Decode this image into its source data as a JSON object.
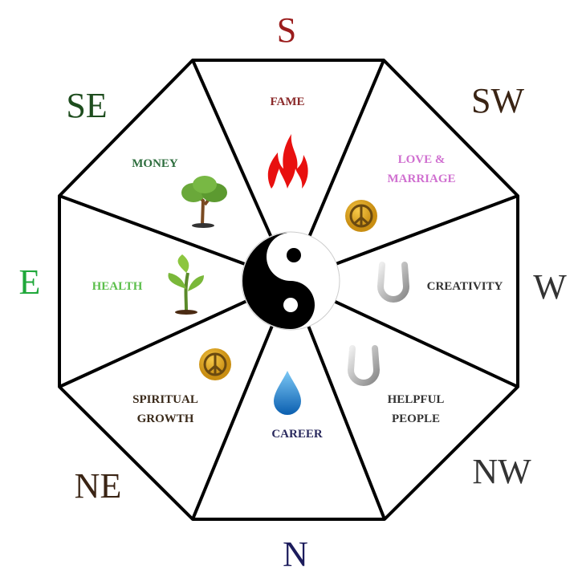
{
  "directions": [
    {
      "id": "s",
      "label": "S",
      "color": "#9b1c1c"
    },
    {
      "id": "sw",
      "label": "SW",
      "color": "#3a2414"
    },
    {
      "id": "w",
      "label": "W",
      "color": "#333333"
    },
    {
      "id": "nw",
      "label": "NW",
      "color": "#333333"
    },
    {
      "id": "n",
      "label": "N",
      "color": "#1c1c5c"
    },
    {
      "id": "ne",
      "label": "NE",
      "color": "#3a2414"
    },
    {
      "id": "e",
      "label": "E",
      "color": "#1fa83a"
    },
    {
      "id": "se",
      "label": "SE",
      "color": "#1e4d1e"
    }
  ],
  "areas": [
    {
      "id": "fame",
      "lines": [
        "FAME"
      ],
      "color": "#8b2a2a",
      "icon": "flame-icon"
    },
    {
      "id": "love",
      "lines": [
        "LOVE &",
        "MARRIAGE"
      ],
      "color": "#d070d0",
      "icon": "peace-icon"
    },
    {
      "id": "creativity",
      "lines": [
        "CREATIVITY"
      ],
      "color": "#333333",
      "icon": "horseshoe-icon"
    },
    {
      "id": "helpful",
      "lines": [
        "HELPFUL",
        "PEOPLE"
      ],
      "color": "#333333",
      "icon": "horseshoe-icon"
    },
    {
      "id": "career",
      "lines": [
        "CAREER"
      ],
      "color": "#2a2a5e",
      "icon": "water-drop-icon"
    },
    {
      "id": "spiritual",
      "lines": [
        "SPIRITUAL",
        "GROWTH"
      ],
      "color": "#3a2a1a",
      "icon": "peace-icon"
    },
    {
      "id": "health",
      "lines": [
        "HEALTH"
      ],
      "color": "#5cbf4c",
      "icon": "sprout-icon"
    },
    {
      "id": "money",
      "lines": [
        "MONEY"
      ],
      "color": "#2e6e3e",
      "icon": "tree-icon"
    }
  ],
  "center_icon": "yin-yang-icon"
}
